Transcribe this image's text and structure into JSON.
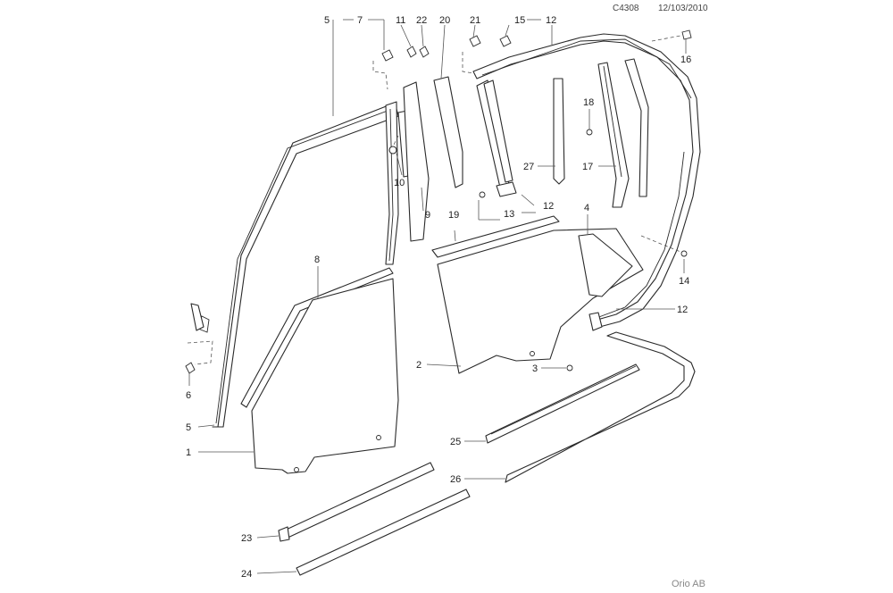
{
  "header": {
    "code": "C4308",
    "date": "12/103/2010"
  },
  "footer": {
    "credit": "Orio AB"
  },
  "callouts": {
    "c1": "1",
    "c2": "2",
    "c3": "3",
    "c4": "4",
    "c5a": "5",
    "c5b": "5",
    "c6": "6",
    "c7": "7",
    "c8": "8",
    "c9": "9",
    "c10": "10",
    "c11": "11",
    "c12a": "12",
    "c12b": "12",
    "c12c": "12",
    "c13": "13",
    "c14": "14",
    "c15": "15",
    "c16": "16",
    "c17": "17",
    "c18": "18",
    "c19": "19",
    "c20": "20",
    "c21": "21",
    "c22": "22",
    "c23": "23",
    "c24": "24",
    "c25": "25",
    "c26": "26",
    "c27": "27"
  },
  "colors": {
    "line": "#2a2a2a",
    "leader": "#555555",
    "background": "#ffffff"
  }
}
